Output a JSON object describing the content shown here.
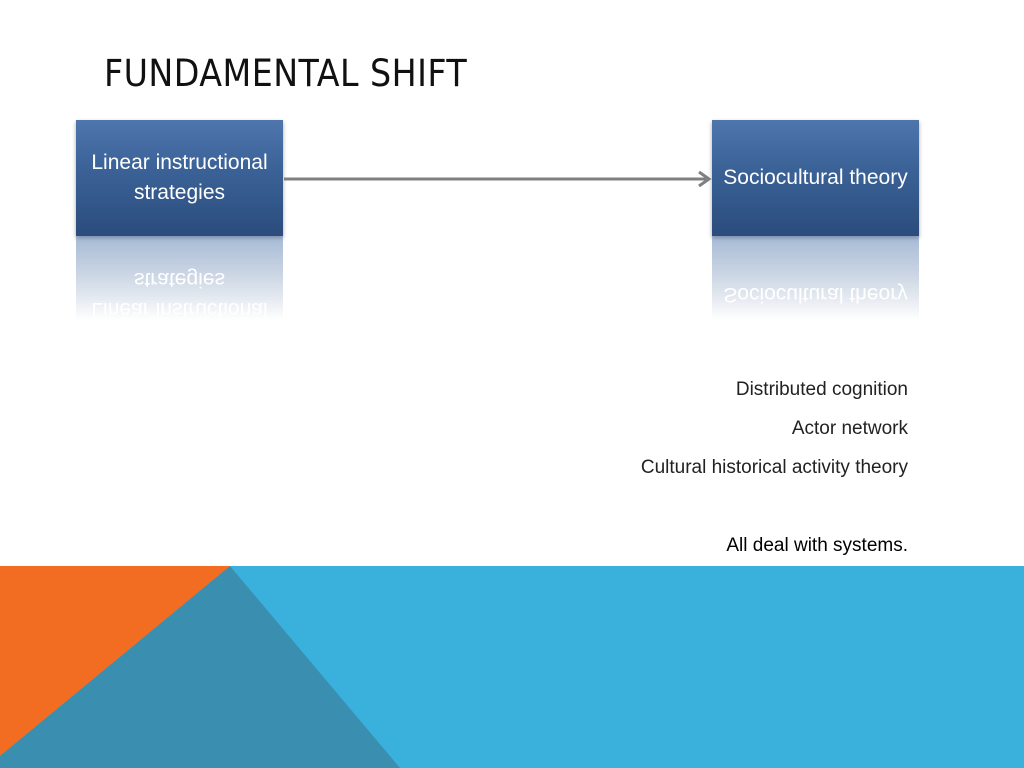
{
  "slide": {
    "title": "Fundamental Shift"
  },
  "diagram": {
    "from_node": {
      "label": "Linear instructional strategies"
    },
    "to_node": {
      "label": "Sociocultural theory"
    }
  },
  "theories": [
    "Distributed cognition",
    "Actor network",
    "Cultural historical activity theory"
  ],
  "conclusion": "All deal with systems.",
  "colors": {
    "node_fill": "#3a6196",
    "arrow": "#808080",
    "footer_blue": "#3ab0dd",
    "footer_orange": "#f26d21",
    "footer_teal": "#3a8fb0"
  }
}
